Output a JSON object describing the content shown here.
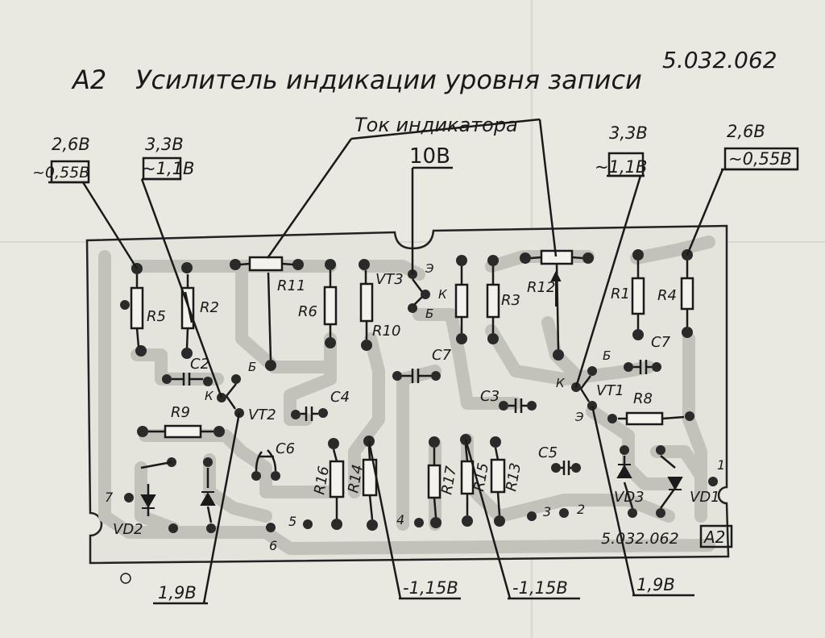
{
  "title": {
    "prefix": "А2",
    "name": "Усилитель индикации уровня записи",
    "code": "5.032.062"
  },
  "callouts": {
    "indicator_current": "Ток индикатора",
    "v_10": "10В",
    "left_r5_top": "2,6В",
    "left_r5_bottom": "~0,55В",
    "left_r2_top": "3,3В",
    "left_r2_bottom": "~1,1В",
    "right_r12_top": "3,3В",
    "right_r12_bottom": "~1,1В",
    "right_r4_top": "2,6В",
    "right_r4_bottom": "~0,55В",
    "bottom_vt2": "1,9В",
    "bottom_r14": "-1,15В",
    "bottom_r15": "-1,15В",
    "bottom_vt1": "1,9В"
  },
  "components": {
    "R5": "R5",
    "R2": "R2",
    "R11": "R11",
    "R6": "R6",
    "VT3": "VT3",
    "R10": "R10",
    "R3": "R3",
    "R12": "R12",
    "R1": "R1",
    "R4": "R4",
    "C2": "C2",
    "C4": "C4",
    "VT2": "VT2",
    "R9": "R9",
    "C6": "C6",
    "C7_mid": "C7",
    "C3": "C3",
    "VT1": "VT1",
    "C7_right": "C7",
    "R8": "R8",
    "C5": "C5",
    "VD3": "VD3",
    "VD1": "VD1",
    "VD2": "VD2",
    "R16": "R16",
    "R14": "R14",
    "R17": "R17",
    "R15": "R15",
    "R13": "R13"
  },
  "pin_letters": {
    "vt2_k": "К",
    "vt2_b": "Б",
    "vt3_e": "Э",
    "vt3_k": "К",
    "vt3_b": "Б",
    "vt1_k": "К",
    "vt1_b": "Б",
    "vt1_e": "Э"
  },
  "pin_numbers": {
    "p1": "1",
    "p2": "2",
    "p3": "3",
    "p4": "4",
    "p5": "5",
    "p6": "6",
    "p7": "7"
  },
  "board_marking": {
    "code": "5.032.062",
    "label": "А2"
  }
}
